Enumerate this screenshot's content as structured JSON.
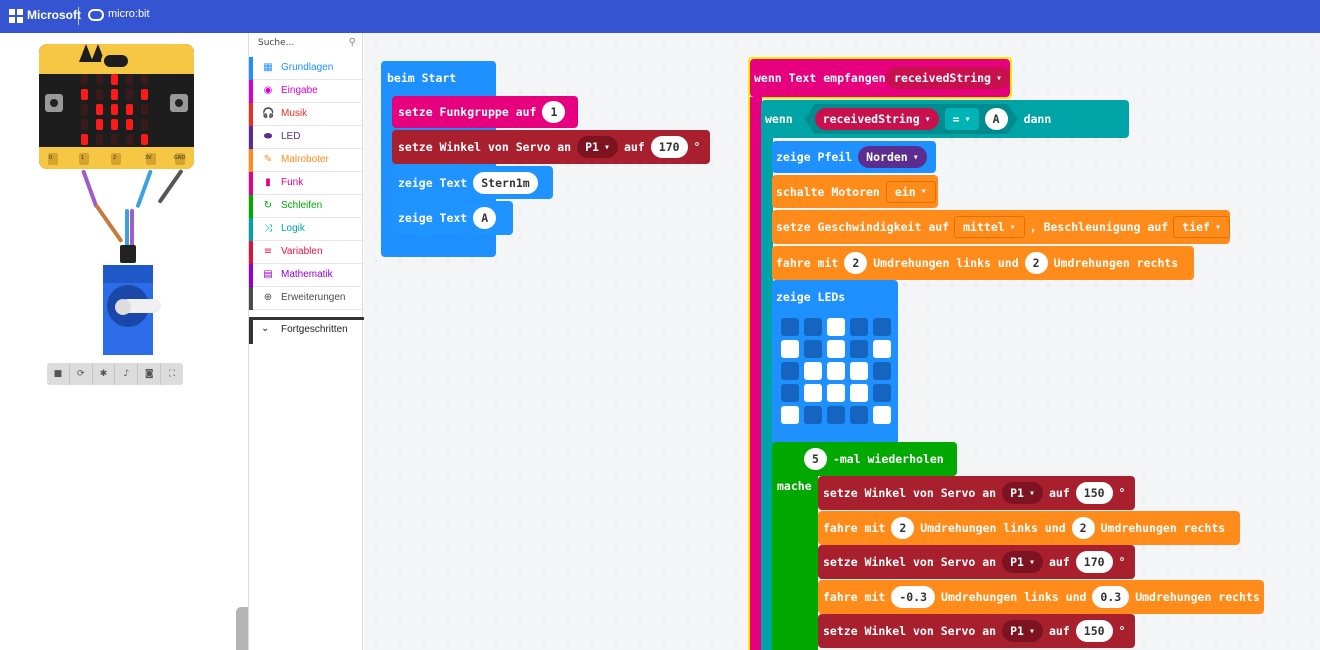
{
  "topbar": {
    "brand": "Microsoft",
    "product": "micro:bit"
  },
  "toolbox": {
    "search_placeholder": "Suche...",
    "categories": [
      {
        "label": "Grundlagen",
        "color": "#1E90FF",
        "icon": "grid-icon"
      },
      {
        "label": "Eingabe",
        "color": "#D400D4",
        "icon": "target-icon"
      },
      {
        "label": "Musik",
        "color": "#E63022",
        "icon": "headphones-icon"
      },
      {
        "label": "LED",
        "color": "#5C2D91",
        "icon": "toggle-icon"
      },
      {
        "label": "Malroboter",
        "color": "#FF8C1A",
        "icon": "brush-icon"
      },
      {
        "label": "Funk",
        "color": "#E3008C",
        "icon": "signal-icon"
      },
      {
        "label": "Schleifen",
        "color": "#00A800",
        "icon": "loop-icon"
      },
      {
        "label": "Logik",
        "color": "#00A4A6",
        "icon": "shuffle-icon"
      },
      {
        "label": "Variablen",
        "color": "#DC143C",
        "icon": "list-icon"
      },
      {
        "label": "Mathematik",
        "color": "#9400D3",
        "icon": "calculator-icon"
      },
      {
        "label": "Erweiterungen",
        "color": "#4B4B4B",
        "icon": "plus-circle-icon"
      }
    ],
    "advanced": "Fortgeschritten"
  },
  "simulator": {
    "pin_labels": [
      "0",
      "1",
      "2",
      "3V",
      "GND"
    ],
    "tools": [
      "stop-icon",
      "restart-icon",
      "debug-icon",
      "sound-icon",
      "screenshot-icon",
      "fullscreen-icon"
    ]
  },
  "on_start": {
    "header": "beim Start",
    "set_group": {
      "label": "setze Funkgruppe auf",
      "value": "1"
    },
    "servo": {
      "label": "setze Winkel von Servo an",
      "pin": "P1",
      "on": "auf",
      "angle": "170",
      "unit": "°"
    },
    "show_text1": {
      "label": "zeige Text",
      "value": "Stern1m"
    },
    "show_text2": {
      "label": "zeige Text",
      "value": "A"
    }
  },
  "on_received": {
    "header": "wenn Text empfangen",
    "var": "receivedString",
    "if": {
      "label": "wenn",
      "var": "receivedString",
      "op": "=",
      "value": "A",
      "then": "dann"
    },
    "arrow": {
      "label": "zeige Pfeil",
      "value": "Norden"
    },
    "motors": {
      "label": "schalte Motoren",
      "value": "ein"
    },
    "speed": {
      "label": "setze Geschwindigkeit auf",
      "value": "mittel",
      "accel_label": ", Beschleunigung auf",
      "accel": "tief"
    },
    "drive1": {
      "label": "fahre mit",
      "left": "2",
      "mid": "Umdrehungen links und",
      "right": "2",
      "end": "Umdrehungen rechts"
    },
    "leds": {
      "label": "zeige LEDs",
      "pattern": [
        [
          0,
          0,
          1,
          0,
          0
        ],
        [
          1,
          0,
          1,
          0,
          1
        ],
        [
          0,
          1,
          1,
          1,
          0
        ],
        [
          0,
          1,
          1,
          1,
          0
        ],
        [
          1,
          0,
          0,
          0,
          1
        ]
      ]
    },
    "repeat": {
      "count": "5",
      "label": "-mal wiederholen",
      "do": "mache"
    },
    "loop": [
      {
        "type": "servo",
        "label": "setze Winkel von Servo an",
        "pin": "P1",
        "on": "auf",
        "angle": "150",
        "unit": "°"
      },
      {
        "type": "drive",
        "label": "fahre mit",
        "left": "2",
        "mid": "Umdrehungen links und",
        "right": "2",
        "end": "Umdrehungen rechts"
      },
      {
        "type": "servo",
        "label": "setze Winkel von Servo an",
        "pin": "P1",
        "on": "auf",
        "angle": "170",
        "unit": "°"
      },
      {
        "type": "drive",
        "label": "fahre mit",
        "left": "-0.3",
        "mid": "Umdrehungen links und",
        "right": "0.3",
        "end": "Umdrehungen rechts"
      },
      {
        "type": "servo",
        "label": "setze Winkel von Servo an",
        "pin": "P1",
        "on": "auf",
        "angle": "150",
        "unit": "°"
      }
    ]
  }
}
